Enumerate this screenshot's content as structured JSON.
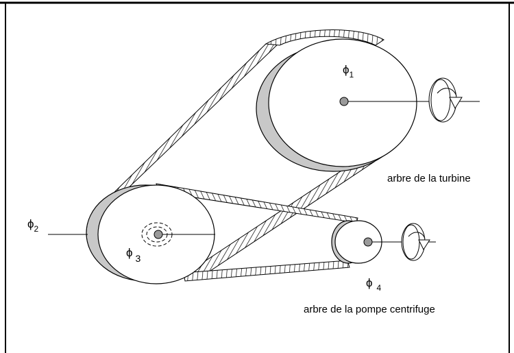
{
  "labels": {
    "phi_symbol": "ϕ",
    "pulley1": {
      "sym": "ϕ",
      "sub": "1"
    },
    "pulley2": {
      "sym": "ϕ",
      "sub": "2"
    },
    "pulley3": {
      "sym": "ϕ",
      "sub": "3"
    },
    "pulley4": {
      "sym": "ϕ",
      "sub": "4"
    },
    "turbine_shaft": "arbre de la turbine",
    "pump_shaft": "arbre de la pompe centrifuge"
  },
  "colors": {
    "line": "#000000",
    "shade": "#c8c8c8",
    "hub": "#9a9a9a",
    "background": "#ffffff"
  },
  "icons": {
    "rotation_turbine": "rotation-arrow-icon",
    "rotation_pump": "rotation-arrow-icon"
  }
}
